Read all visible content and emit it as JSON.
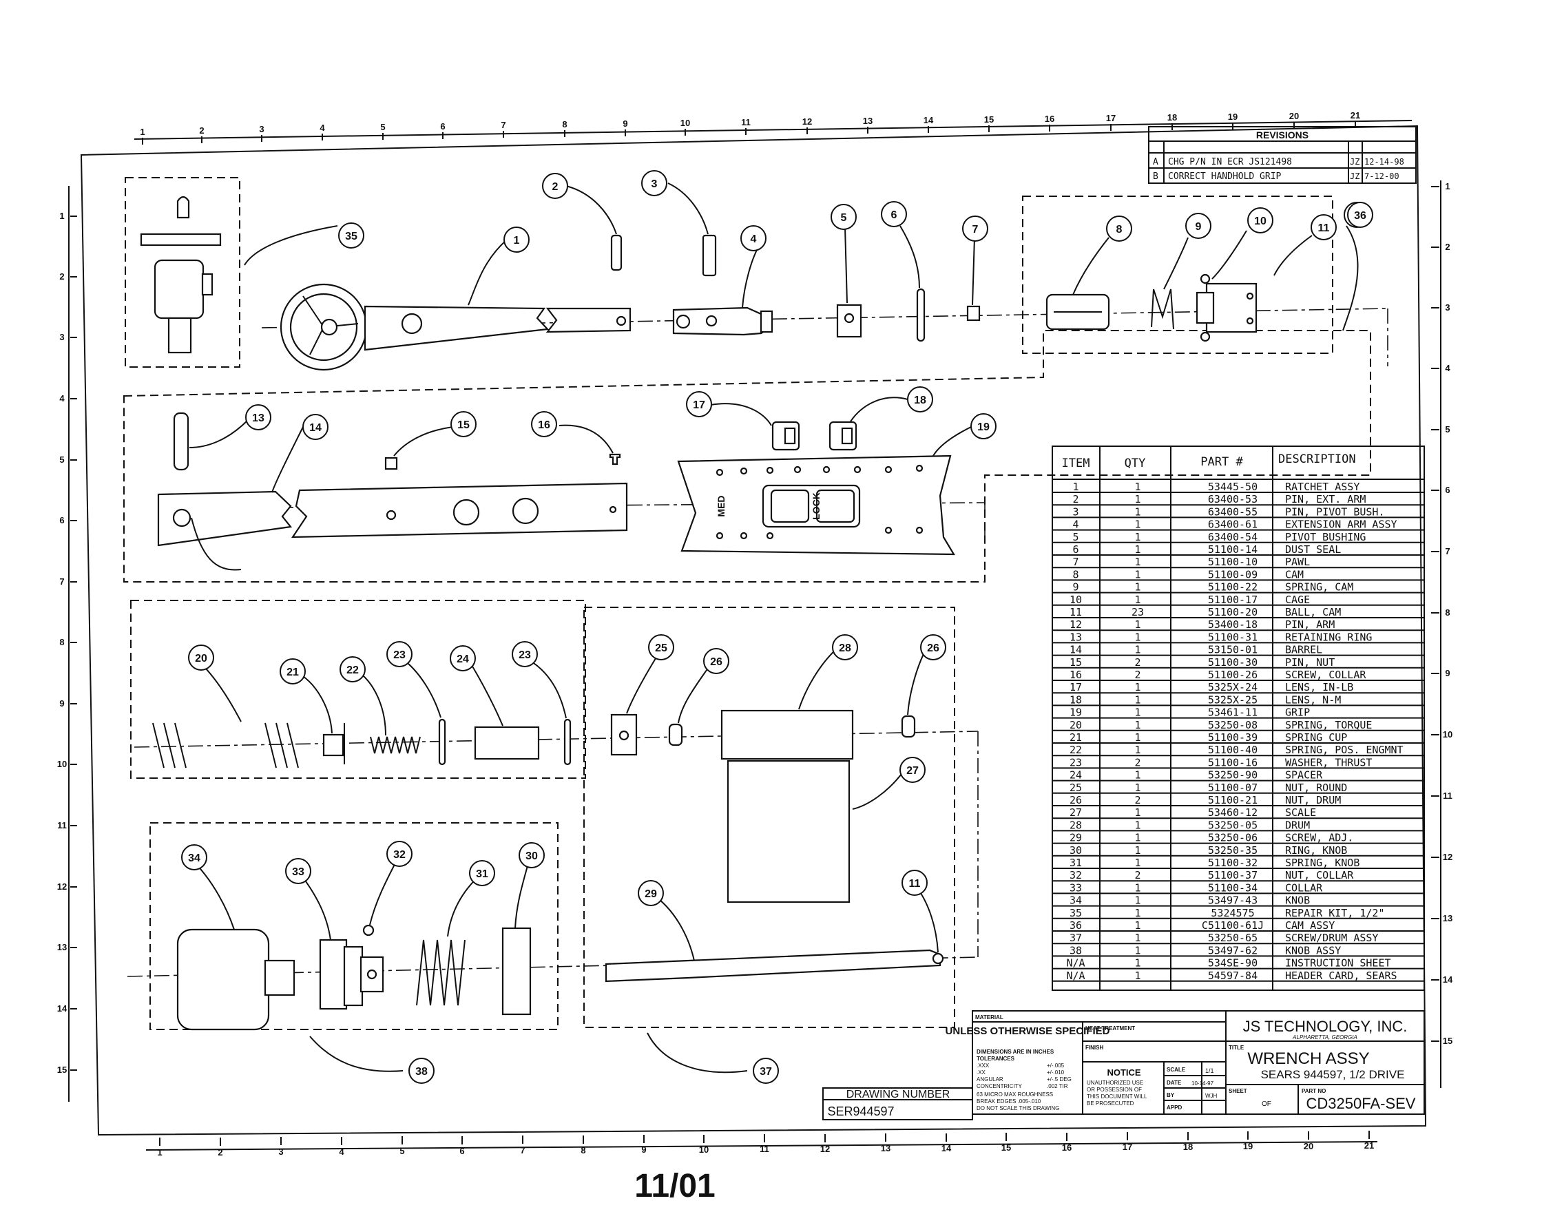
{
  "page_footer": "11/01",
  "border": {
    "top_ticks": [
      "1",
      "2",
      "3",
      "4",
      "5",
      "6",
      "7",
      "8",
      "9",
      "10",
      "11",
      "12",
      "13",
      "14",
      "15",
      "16",
      "17",
      "18",
      "19",
      "20",
      "21"
    ],
    "bottom_ticks": [
      "1",
      "2",
      "3",
      "4",
      "5",
      "6",
      "7",
      "8",
      "9",
      "10",
      "11",
      "12",
      "13",
      "14",
      "15",
      "16",
      "17",
      "18",
      "19",
      "20",
      "21"
    ],
    "left_ticks": [
      "1",
      "2",
      "3",
      "4",
      "5",
      "6",
      "7",
      "8",
      "9",
      "10",
      "11",
      "12",
      "13",
      "14",
      "15"
    ],
    "right_ticks": [
      "1",
      "2",
      "3",
      "4",
      "5",
      "6",
      "7",
      "8",
      "9",
      "10",
      "11",
      "12",
      "13",
      "14",
      "15"
    ]
  },
  "revisions": {
    "title": "REVISIONS",
    "rows": [
      {
        "rev": "A",
        "description": "CHG P/N IN ECR JS121498",
        "by": "JZ",
        "date": "12-14-98"
      },
      {
        "rev": "B",
        "description": "CORRECT HANDHOLD GRIP",
        "by": "JZ",
        "date": "7-12-00"
      }
    ]
  },
  "callouts": [
    "1",
    "2",
    "3",
    "4",
    "5",
    "6",
    "7",
    "8",
    "9",
    "10",
    "11",
    "12",
    "13",
    "14",
    "15",
    "16",
    "17",
    "18",
    "19",
    "20",
    "21",
    "22",
    "23",
    "24",
    "23",
    "25",
    "26",
    "28",
    "26",
    "27",
    "11",
    "29",
    "34",
    "33",
    "32",
    "31",
    "30",
    "35",
    "36",
    "38",
    "37"
  ],
  "grip_labels": {
    "left": "MED",
    "right": "LOCK"
  },
  "bom": {
    "headers": {
      "item": "ITEM",
      "qty": "QTY",
      "part": "PART #",
      "desc": "DESCRIPTION"
    },
    "rows": [
      {
        "item": "1",
        "qty": "1",
        "part": "53445-50",
        "desc": "RATCHET ASSY"
      },
      {
        "item": "2",
        "qty": "1",
        "part": "63400-53",
        "desc": "PIN, EXT. ARM"
      },
      {
        "item": "3",
        "qty": "1",
        "part": "63400-55",
        "desc": "PIN, PIVOT BUSH."
      },
      {
        "item": "4",
        "qty": "1",
        "part": "63400-61",
        "desc": "EXTENSION ARM ASSY"
      },
      {
        "item": "5",
        "qty": "1",
        "part": "63400-54",
        "desc": "PIVOT BUSHING"
      },
      {
        "item": "6",
        "qty": "1",
        "part": "51100-14",
        "desc": "DUST SEAL"
      },
      {
        "item": "7",
        "qty": "1",
        "part": "51100-10",
        "desc": "PAWL"
      },
      {
        "item": "8",
        "qty": "1",
        "part": "51100-09",
        "desc": "CAM"
      },
      {
        "item": "9",
        "qty": "1",
        "part": "51100-22",
        "desc": "SPRING, CAM"
      },
      {
        "item": "10",
        "qty": "1",
        "part": "51100-17",
        "desc": "CAGE"
      },
      {
        "item": "11",
        "qty": "23",
        "part": "51100-20",
        "desc": "BALL, CAM"
      },
      {
        "item": "12",
        "qty": "1",
        "part": "53400-18",
        "desc": "PIN, ARM"
      },
      {
        "item": "13",
        "qty": "1",
        "part": "51100-31",
        "desc": "RETAINING RING"
      },
      {
        "item": "14",
        "qty": "1",
        "part": "53150-01",
        "desc": "BARREL"
      },
      {
        "item": "15",
        "qty": "2",
        "part": "51100-30",
        "desc": "PIN, NUT"
      },
      {
        "item": "16",
        "qty": "2",
        "part": "51100-26",
        "desc": "SCREW, COLLAR"
      },
      {
        "item": "17",
        "qty": "1",
        "part": "5325X-24",
        "desc": "LENS, IN-LB"
      },
      {
        "item": "18",
        "qty": "1",
        "part": "5325X-25",
        "desc": "LENS, N-M"
      },
      {
        "item": "19",
        "qty": "1",
        "part": "53461-11",
        "desc": "GRIP"
      },
      {
        "item": "20",
        "qty": "1",
        "part": "53250-08",
        "desc": "SPRING, TORQUE"
      },
      {
        "item": "21",
        "qty": "1",
        "part": "51100-39",
        "desc": "SPRING CUP"
      },
      {
        "item": "22",
        "qty": "1",
        "part": "51100-40",
        "desc": "SPRING, POS. ENGMNT"
      },
      {
        "item": "23",
        "qty": "2",
        "part": "51100-16",
        "desc": "WASHER, THRUST"
      },
      {
        "item": "24",
        "qty": "1",
        "part": "53250-90",
        "desc": "SPACER"
      },
      {
        "item": "25",
        "qty": "1",
        "part": "51100-07",
        "desc": "NUT, ROUND"
      },
      {
        "item": "26",
        "qty": "2",
        "part": "51100-21",
        "desc": "NUT, DRUM"
      },
      {
        "item": "27",
        "qty": "1",
        "part": "53460-12",
        "desc": "SCALE"
      },
      {
        "item": "28",
        "qty": "1",
        "part": "53250-05",
        "desc": "DRUM"
      },
      {
        "item": "29",
        "qty": "1",
        "part": "53250-06",
        "desc": "SCREW, ADJ."
      },
      {
        "item": "30",
        "qty": "1",
        "part": "53250-35",
        "desc": "RING, KNOB"
      },
      {
        "item": "31",
        "qty": "1",
        "part": "51100-32",
        "desc": "SPRING, KNOB"
      },
      {
        "item": "32",
        "qty": "2",
        "part": "51100-37",
        "desc": "NUT, COLLAR"
      },
      {
        "item": "33",
        "qty": "1",
        "part": "51100-34",
        "desc": "COLLAR"
      },
      {
        "item": "34",
        "qty": "1",
        "part": "53497-43",
        "desc": "KNOB"
      },
      {
        "item": "35",
        "qty": "1",
        "part": "5324575",
        "desc": "REPAIR KIT, 1/2\""
      },
      {
        "item": "36",
        "qty": "1",
        "part": "C51100-61J",
        "desc": "CAM ASSY"
      },
      {
        "item": "37",
        "qty": "1",
        "part": "53250-65",
        "desc": "SCREW/DRUM ASSY"
      },
      {
        "item": "38",
        "qty": "1",
        "part": "53497-62",
        "desc": "KNOB ASSY"
      },
      {
        "item": "N/A",
        "qty": "1",
        "part": "534SE-90",
        "desc": "INSTRUCTION SHEET"
      },
      {
        "item": "N/A",
        "qty": "1",
        "part": "54597-84",
        "desc": "HEADER CARD, SEARS"
      }
    ]
  },
  "title_block": {
    "material_label": "MATERIAL",
    "unless": "UNLESS OTHERWISE SPECIFIED",
    "dims_note": "DIMENSIONS ARE IN INCHES",
    "tolerances_label": "TOLERANCES",
    "tol_rows": [
      {
        "k": ".XXX",
        "v": "+/-.005"
      },
      {
        "k": ".XX",
        "v": "+/-.010"
      },
      {
        "k": "ANGULAR",
        "v": "+/-.5 DEG"
      },
      {
        "k": "CONCENTRICITY",
        "v": ".002 TIR"
      }
    ],
    "notes": [
      "63 MICRO MAX ROUGHNESS",
      "BREAK EDGES .005-.010",
      "DO NOT SCALE THIS DRAWING"
    ],
    "heat_treatment": "HEAT TREATMENT",
    "finish": "FINISH",
    "notice_title": "NOTICE",
    "notice_text": [
      "UNAUTHORIZED USE",
      "OR POSSESSION OF",
      "THIS DOCUMENT WILL",
      "BE PROSECUTED"
    ],
    "scale_label": "SCALE",
    "scale_value": "1/1",
    "date_label": "DATE",
    "date_value": "10-14-97",
    "by_label": "BY",
    "by_value": "WJH",
    "appd_label": "APPD",
    "company": "JS TECHNOLOGY, INC.",
    "company_sub": "ALPHARETTA, GEORGIA",
    "title_label": "TITLE",
    "title": "WRENCH ASSY",
    "subtitle": "SEARS 944597, 1/2 DRIVE",
    "sheet_label": "SHEET",
    "of_label": "OF",
    "partno_label": "PART NO",
    "partno": "CD3250FA-SEV",
    "drawing_number_label": "DRAWING NUMBER",
    "drawing_number": "SER944597"
  }
}
